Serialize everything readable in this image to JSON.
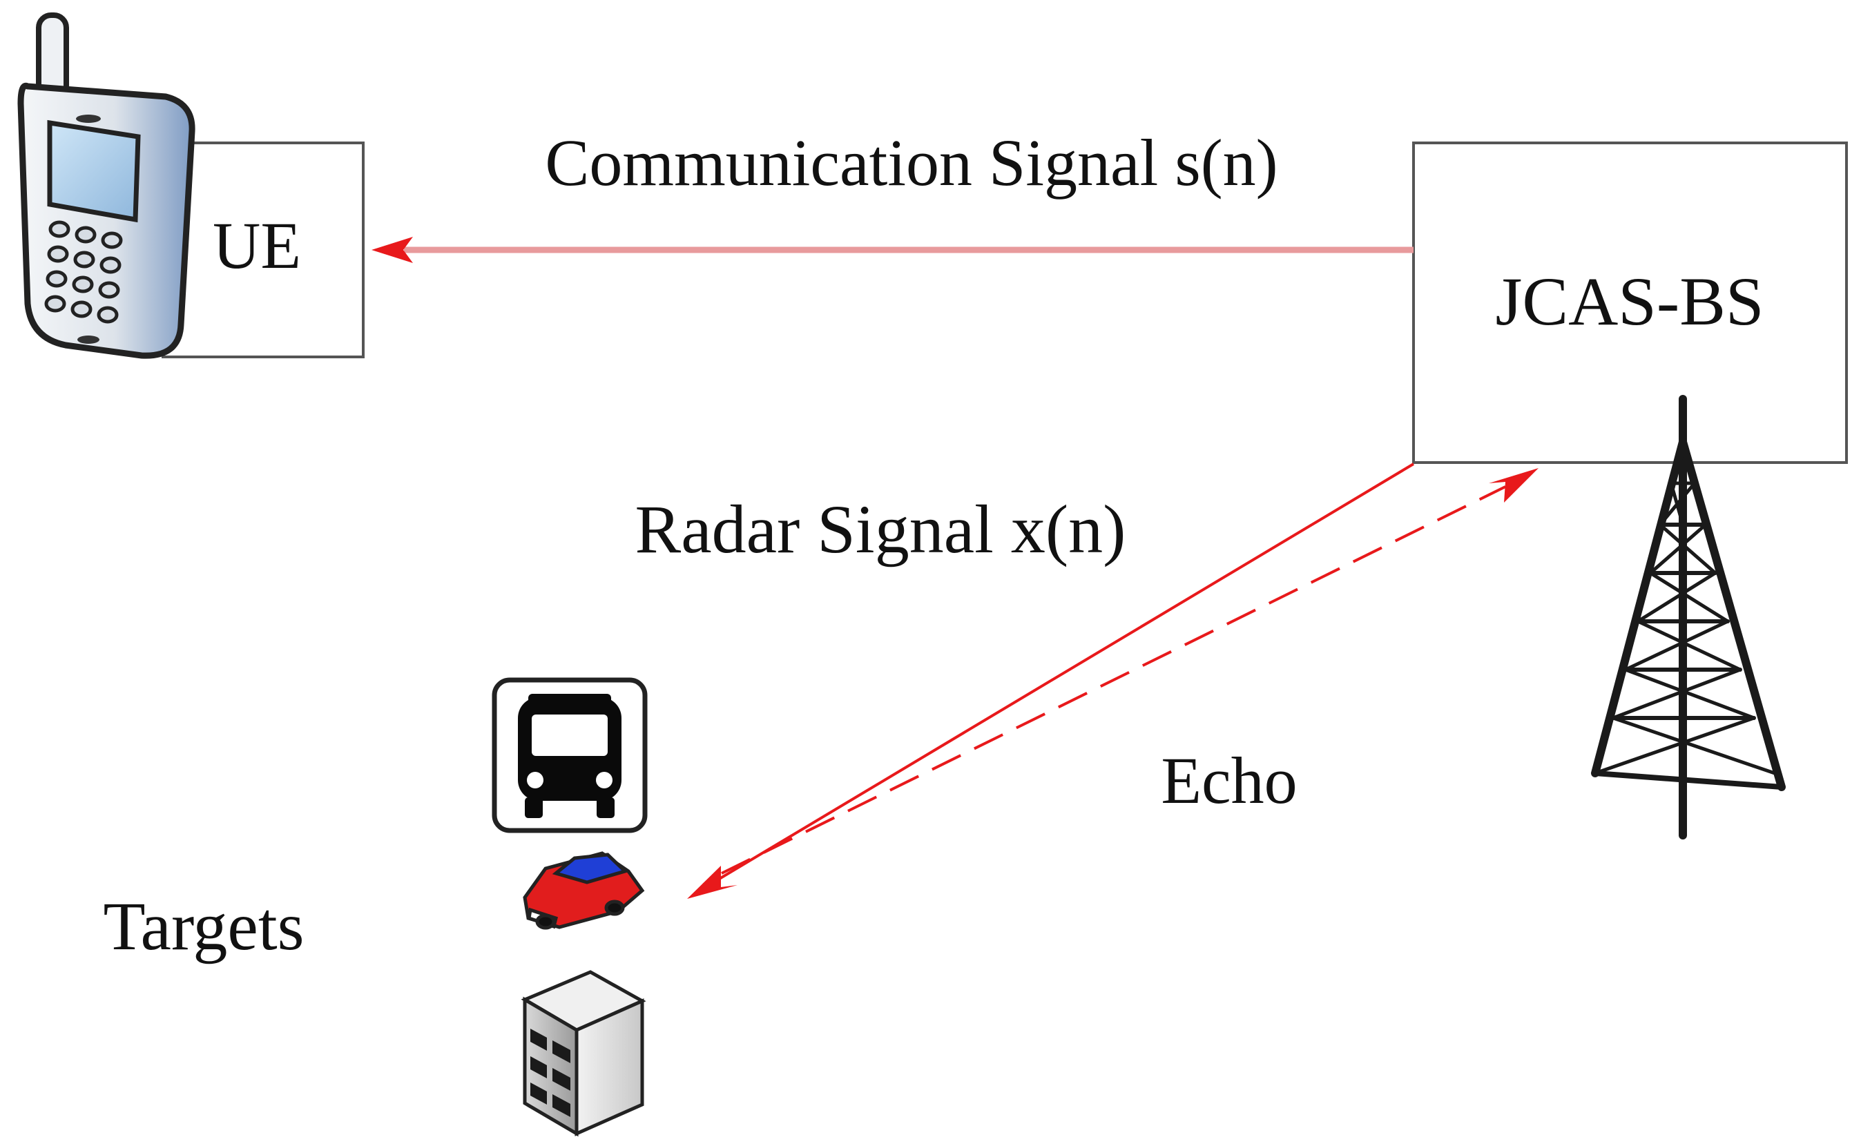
{
  "nodes": {
    "ue": {
      "label": "UE"
    },
    "bs": {
      "label": "JCAS-BS"
    }
  },
  "edges": {
    "communication": {
      "label": "Communication Signal s(n)"
    },
    "radar": {
      "label": "Radar Signal x(n)"
    },
    "echo": {
      "label": "Echo"
    }
  },
  "targets": {
    "label": "Targets",
    "items": [
      "bus",
      "car",
      "building"
    ]
  },
  "icons": {
    "phone": "mobile-phone-icon",
    "tower": "cell-tower-icon",
    "bus": "bus-icon",
    "car": "car-icon",
    "building": "building-icon"
  },
  "colors": {
    "signal": "#e8191b",
    "communication_line": "#e89a9c",
    "box_border": "#555555"
  }
}
